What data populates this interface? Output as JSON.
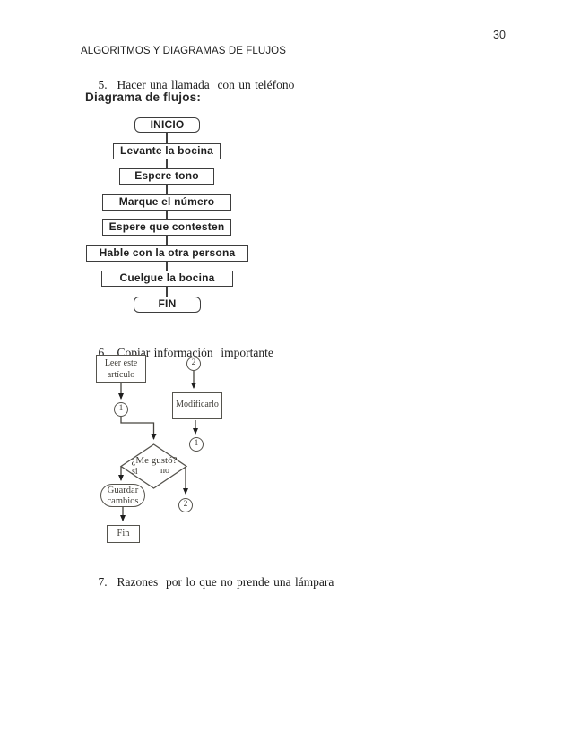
{
  "page": {
    "number": "30",
    "header_title": "ALGORITMOS Y DIAGRAMAS DE FLUJOS"
  },
  "list_items": {
    "item_5": {
      "number": "5.",
      "text": "Hacer una llamada  con un teléfono"
    },
    "item_6": {
      "number": "6.",
      "text": "Copiar información  importante"
    },
    "item_7": {
      "number": "7.",
      "text": "Razones  por lo que no prende una lámpara"
    }
  },
  "diagram_heading": "Diagrama de flujos:",
  "colors": {
    "chart1_ink": "#3d3d3d",
    "chart2_ink": "#55534d",
    "chart2_text": "#403e38",
    "arrow_fill": "#1e1e1e"
  },
  "chart_data": [
    {
      "type": "flowchart",
      "title": "Hacer una llamada con un teléfono",
      "orientation": "vertical",
      "nodes": [
        {
          "id": "inicio",
          "shape": "terminator",
          "label": "INICIO"
        },
        {
          "id": "levante-la-bocina",
          "shape": "process",
          "label": "Levante la bocina"
        },
        {
          "id": "espere-tono",
          "shape": "process",
          "label": "Espere tono"
        },
        {
          "id": "marque-el-numero",
          "shape": "process",
          "label": "Marque el número"
        },
        {
          "id": "espere-que-contesten",
          "shape": "process",
          "label": "Espere que contesten"
        },
        {
          "id": "hable-con-la-otra-persona",
          "shape": "process",
          "label": "Hable con la otra persona"
        },
        {
          "id": "cuelgue-la-bocina",
          "shape": "process",
          "label": "Cuelgue la bocina"
        },
        {
          "id": "fin",
          "shape": "terminator",
          "label": "FIN"
        }
      ],
      "edges": [
        {
          "from": "inicio",
          "to": "levante-la-bocina"
        },
        {
          "from": "levante-la-bocina",
          "to": "espere-tono"
        },
        {
          "from": "espere-tono",
          "to": "marque-el-numero"
        },
        {
          "from": "marque-el-numero",
          "to": "espere-que-contesten"
        },
        {
          "from": "espere-que-contesten",
          "to": "hable-con-la-otra-persona"
        },
        {
          "from": "hable-con-la-otra-persona",
          "to": "cuelgue-la-bocina"
        },
        {
          "from": "cuelgue-la-bocina",
          "to": "fin"
        }
      ]
    },
    {
      "type": "flowchart",
      "title": "Copiar información importante",
      "nodes": {
        "leer": {
          "shape": "process",
          "label": "Leer este artículo",
          "lines": [
            "Leer este",
            "artículo"
          ]
        },
        "connector_2_top": {
          "shape": "connector",
          "label": "2"
        },
        "modificarlo": {
          "shape": "process",
          "label": "Modificarlo"
        },
        "connector_1_left": {
          "shape": "connector",
          "label": "1"
        },
        "connector_1_right": {
          "shape": "connector",
          "label": "1"
        },
        "decision": {
          "shape": "decision",
          "label": "¿Me gustó?",
          "yes": "si",
          "no": "no"
        },
        "guardar": {
          "shape": "terminator",
          "label": "Guardar cambios",
          "lines": [
            "Guardar",
            "cambios"
          ]
        },
        "connector_2_bottom": {
          "shape": "connector",
          "label": "2"
        },
        "fin": {
          "shape": "process",
          "label": "Fin"
        }
      },
      "edges": [
        {
          "from": "leer",
          "to": "connector_1_left"
        },
        {
          "from": "connector_1_left",
          "to": "decision"
        },
        {
          "from": "connector_2_top",
          "to": "modificarlo"
        },
        {
          "from": "modificarlo",
          "to": "connector_1_right"
        },
        {
          "from": "decision",
          "to": "guardar",
          "label": "si"
        },
        {
          "from": "decision",
          "to": "connector_2_bottom",
          "label": "no"
        },
        {
          "from": "guardar",
          "to": "fin"
        }
      ]
    }
  ]
}
